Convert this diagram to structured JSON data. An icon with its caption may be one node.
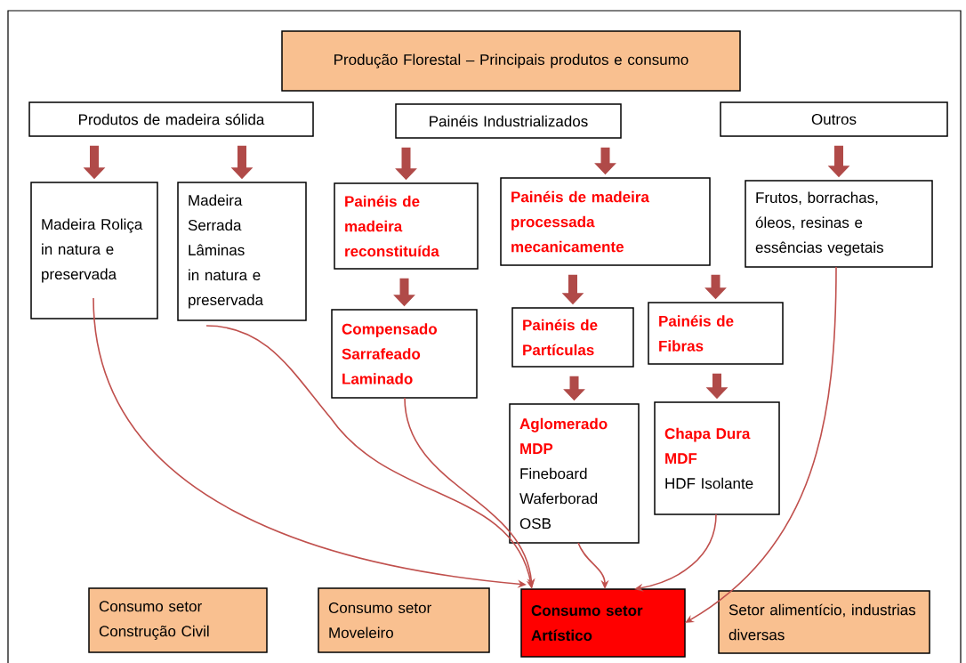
{
  "diagram": {
    "nodes": [
      {
        "text": [
          "Produção Florestal – Principais produtos e consumo"
        ]
      },
      {
        "text": [
          "Produtos de madeira sólida"
        ]
      },
      {
        "text": [
          "Painéis Industrializados"
        ]
      },
      {
        "text": [
          "Outros"
        ]
      },
      {
        "text": [
          "Madeira Roliça in natura e preservada"
        ]
      },
      {
        "text": [
          "Madeira Serrada Lâminas in natura e preservada"
        ]
      },
      {
        "text": [
          "Painéis de madeira reconstituída"
        ]
      },
      {
        "text": [
          "Painéis de madeira processada mecanicamente"
        ]
      },
      {
        "text": [
          "Frutos, borrachas, óleos, resinas e essências vegetais"
        ]
      },
      {
        "text": [
          "Compensado Sarrafeado Laminado"
        ]
      },
      {
        "text": [
          "Painéis de Partículas"
        ]
      },
      {
        "text": [
          "Painéis de Fibras"
        ]
      },
      {
        "text": [
          "Aglomerado MDP",
          "Fineboard Waferborad OSB"
        ]
      },
      {
        "text": [
          "Chapa Dura MDF",
          "HDF Isolante"
        ]
      },
      {
        "text": [
          "Consumo setor Construção Civil"
        ]
      },
      {
        "text": [
          "Consumo setor Moveleiro"
        ]
      },
      {
        "text": [
          "Consumo setor Artístico"
        ]
      },
      {
        "text": [
          "Setor alimentício, industrias diversas"
        ]
      }
    ],
    "edges": [
      {
        "from": 1,
        "to": 4,
        "arrow": "to"
      },
      {
        "from": 1,
        "to": 5,
        "arrow": "to"
      },
      {
        "from": 2,
        "to": 6,
        "arrow": "to"
      },
      {
        "from": 2,
        "to": 7,
        "arrow": "to"
      },
      {
        "from": 3,
        "to": 8,
        "arrow": "to"
      },
      {
        "from": 6,
        "to": 9,
        "arrow": "to"
      },
      {
        "from": 7,
        "to": 10,
        "arrow": "to"
      },
      {
        "from": 7,
        "to": 11,
        "arrow": "to"
      },
      {
        "from": 10,
        "to": 12,
        "arrow": "to"
      },
      {
        "from": 11,
        "to": 13,
        "arrow": "to"
      },
      {
        "from": 4,
        "to": 16,
        "arrow": "to",
        "color": "#c0504d"
      },
      {
        "from": 5,
        "to": 16,
        "arrow": "to",
        "color": "#c0504d"
      },
      {
        "from": 9,
        "to": 16,
        "arrow": "to",
        "color": "#c0504d"
      },
      {
        "from": 12,
        "to": 16,
        "arrow": "to",
        "color": "#c0504d"
      },
      {
        "from": 13,
        "to": 16,
        "arrow": "to",
        "color": "#c0504d"
      },
      {
        "from": 8,
        "to": 16,
        "arrow": "to",
        "color": "#c0504d"
      }
    ]
  }
}
